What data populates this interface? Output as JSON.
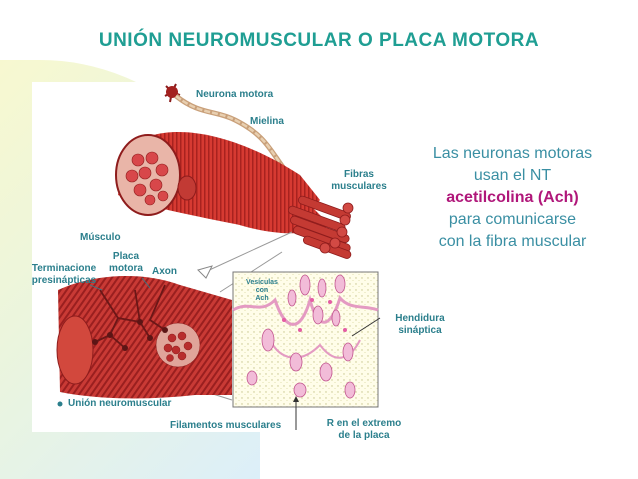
{
  "title": "UNIÓN NEUROMUSCULAR O PLACA MOTORA",
  "labels": {
    "motor_neuron": "Neurona motora",
    "myelin": "Mielina",
    "fibers_l1": "Fibras",
    "fibers_l2": "musculares",
    "muscle": "Músculo",
    "terminals_l1": "Terminacione",
    "terminals_l2": "presinápticas",
    "plate_l1": "Placa",
    "plate_l2": "motora",
    "axon": "Axon",
    "vesicles_l1": "Vesículas",
    "vesicles_l2": "con",
    "vesicles_l3": "Ach",
    "cleft_l1": "Hendidura",
    "cleft_l2": "sináptica",
    "junction": "Unión neuromuscular",
    "filaments": "Filamentos musculares",
    "receptor_l1": "R en el extremo",
    "receptor_l2": "de la placa"
  },
  "note": {
    "line1": "Las neuronas motoras",
    "line2": "usan el NT",
    "highlight": "acetilcolina (Ach)",
    "line4": "para comunicarse",
    "line5": "con la fibra muscular"
  },
  "colors": {
    "title": "#1f9e93",
    "label": "#2b7f8c",
    "highlight": "#b0177a",
    "muscle_red": "#c8342c",
    "muscle_dark": "#8e1c1c",
    "tendon": "#d8b48e"
  }
}
